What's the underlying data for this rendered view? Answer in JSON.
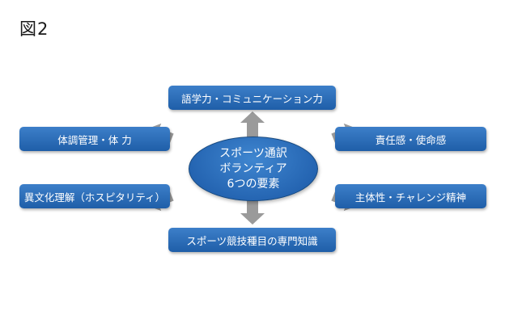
{
  "figure_label": "図2",
  "center": {
    "line1": "スポーツ通訳",
    "line2": "ボランティア",
    "line3": "6つの要素"
  },
  "elements": {
    "top": "語学力・コミュニケーション力",
    "top_left": "体調管理・体 力",
    "top_right": "責任感・使命感",
    "bottom_left": "異文化理解（ホスピタリティ）",
    "bottom_right": "主体性・チャレンジ精神",
    "bottom": "スポーツ競技種目の専門知識"
  },
  "colors": {
    "box_fill": "#2a6ab8",
    "ellipse_fill": "#2a6cb8",
    "arrow_fill": "#9a9a9a",
    "text": "#ffffff"
  }
}
